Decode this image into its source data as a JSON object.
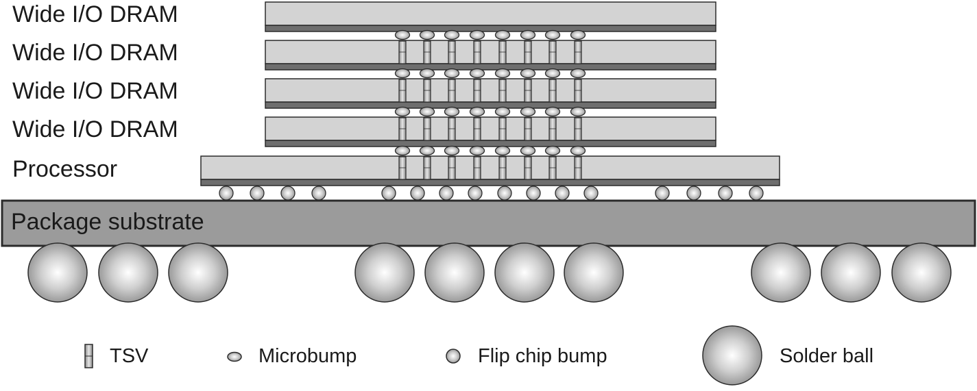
{
  "layers": [
    {
      "label": "Wide I/O DRAM"
    },
    {
      "label": "Wide I/O DRAM"
    },
    {
      "label": "Wide I/O DRAM"
    },
    {
      "label": "Wide I/O DRAM"
    },
    {
      "label": "Processor"
    }
  ],
  "substrate": {
    "label": "Package substrate"
  },
  "legend": {
    "tsv": "TSV",
    "microbump": "Microbump",
    "flip_chip_bump": "Flip chip bump",
    "solder_ball": "Solder ball"
  },
  "colors": {
    "die_fill": "#d3d3d3",
    "die_base": "#6e6e6e",
    "substrate_fill": "#9b9b9b",
    "outline": "#2b2b2b"
  }
}
